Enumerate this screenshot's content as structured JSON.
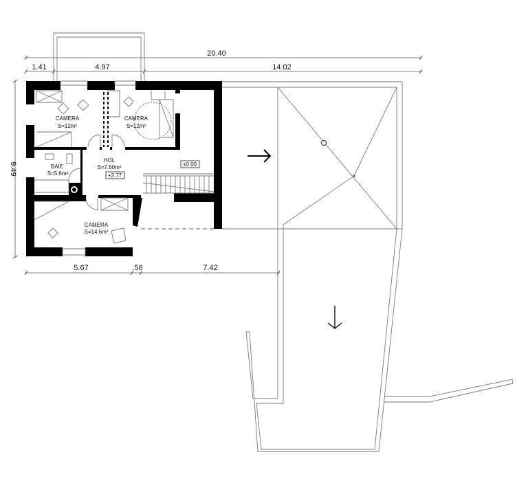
{
  "plan": {
    "dimensions": {
      "overall_width": "20.40",
      "top_left": "1.41",
      "top_balcony": "4.97",
      "top_right": "14.02",
      "left_height": "9.49",
      "bottom_left": "5.67",
      "bottom_mid": ".56",
      "bottom_right": "7.42"
    },
    "rooms": [
      {
        "name": "CAMERA",
        "area": "S=12m²"
      },
      {
        "name": "CAMERA",
        "area": "S=12m²"
      },
      {
        "name": "BAIE",
        "area": "S=5.6m²"
      },
      {
        "name": "HOL",
        "area": "S=7.50m²"
      },
      {
        "name": "CAMERA",
        "area": "S=14.6m²"
      }
    ],
    "levels": {
      "hol": "+2.77",
      "ground": "±0.00"
    },
    "icons": [
      "arrow-right-icon",
      "arrow-down-icon"
    ]
  }
}
